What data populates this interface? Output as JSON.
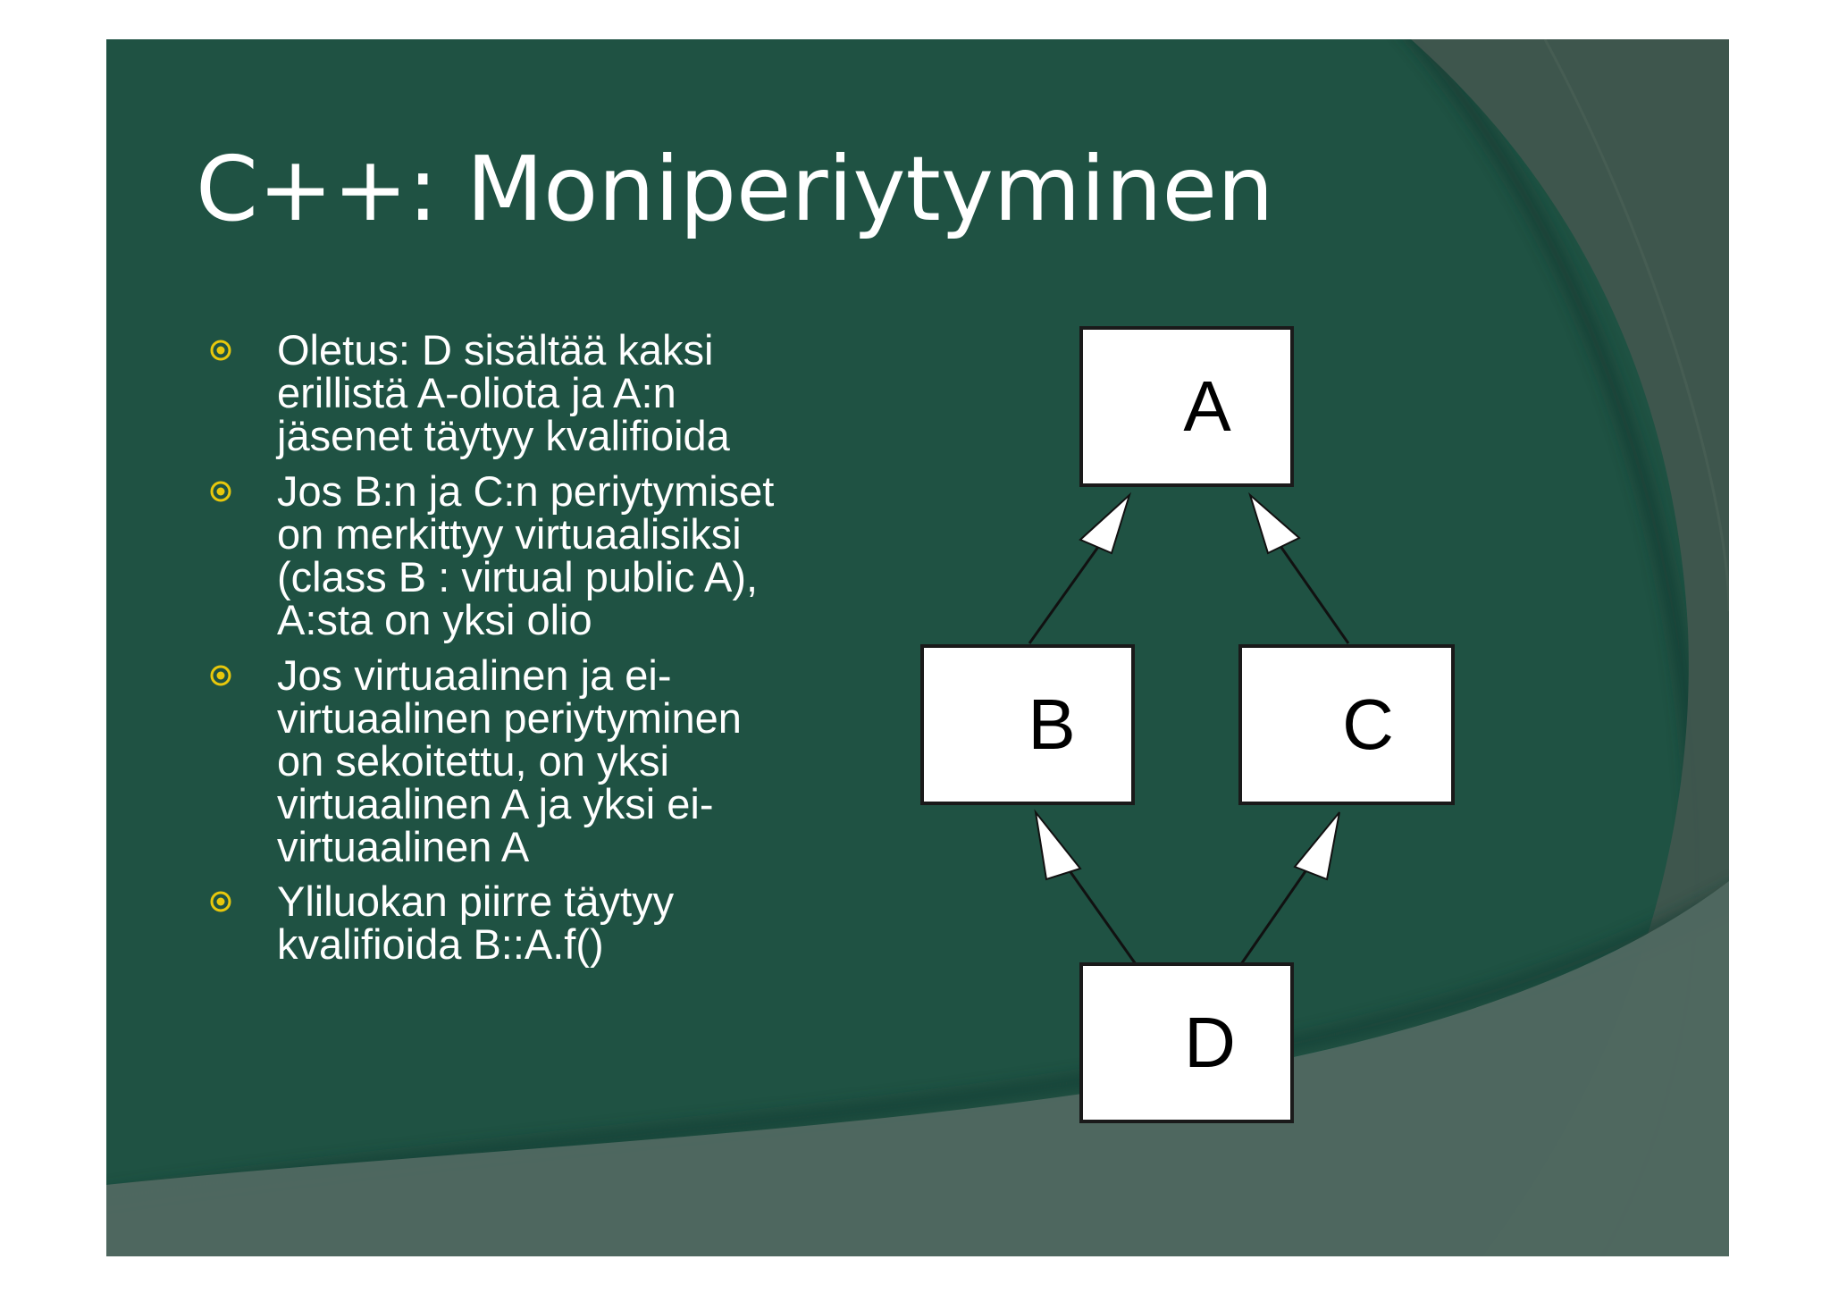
{
  "slide": {
    "title": "C++: Moniperiytyminen",
    "bullets": [
      {
        "lines": [
          "Oletus: D sisältää kaksi",
          "erillistä A-oliota ja A:n",
          "jäsenet täytyy kvalifioida"
        ]
      },
      {
        "lines": [
          "Jos B:n ja C:n periytymiset",
          "on merkittyy virtuaalisiksi",
          "(class B : virtual public A),",
          "A:sta on yksi olio"
        ]
      },
      {
        "lines": [
          "Jos virtuaalinen ja ei-",
          "virtuaalinen periytyminen",
          "on sekoitettu, on yksi",
          "virtuaalinen A ja yksi ei-",
          "virtuaalinen A"
        ]
      },
      {
        "lines": [
          "Yliluokan piirre täytyy",
          "kvalifioida B::A.f()"
        ]
      }
    ]
  },
  "diagram": {
    "nodes": [
      {
        "id": "A",
        "label": "A"
      },
      {
        "id": "B",
        "label": "B"
      },
      {
        "id": "C",
        "label": "C"
      },
      {
        "id": "D",
        "label": "D"
      }
    ],
    "edges": [
      {
        "from": "B",
        "to": "A",
        "type": "inheritance"
      },
      {
        "from": "C",
        "to": "A",
        "type": "inheritance"
      },
      {
        "from": "D",
        "to": "B",
        "type": "inheritance"
      },
      {
        "from": "D",
        "to": "C",
        "type": "inheritance"
      }
    ]
  },
  "colors": {
    "slide_background": "#1f5243",
    "text": "#ffffff",
    "bullet_accent": "#e8c80c",
    "box_fill": "#ffffff",
    "box_stroke": "#1a1a1a"
  },
  "icons": {
    "bullet": "target-circle-icon"
  }
}
